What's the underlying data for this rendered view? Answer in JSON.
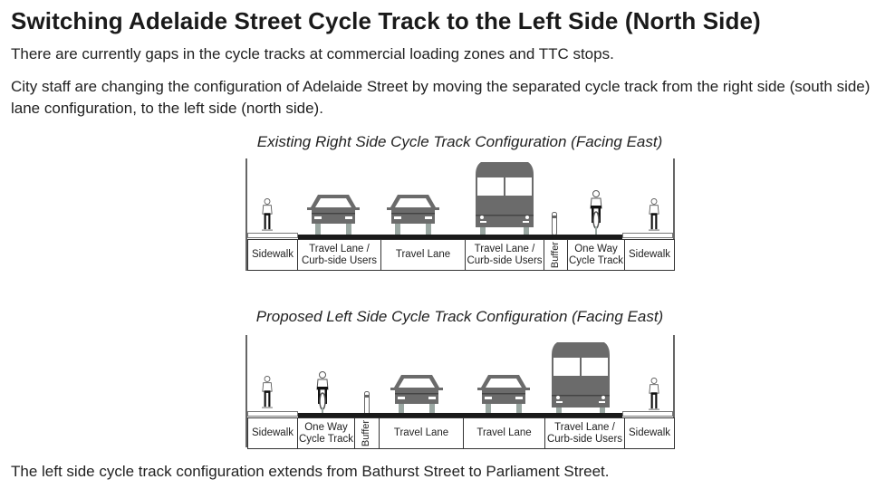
{
  "title": "Switching Adelaide Street Cycle Track to the Left Side (North Side)",
  "intro": "There are currently gaps in the cycle tracks at commercial loading zones and TTC stops.",
  "body": "City staff are changing the configuration of Adelaide Street by moving the separated cycle track from the right side (south side) lane configuration, to the left side (north side).",
  "existing": {
    "caption": "Existing Right Side Cycle Track Configuration (Facing East)",
    "lanes": [
      "Sidewalk",
      "Travel Lane / Curb-side Users",
      "Travel Lane",
      "Travel Lane / Curb-side Users",
      "Buffer",
      "One Way Cycle Track",
      "Sidewalk"
    ]
  },
  "proposed": {
    "caption": "Proposed Left Side Cycle Track Configuration (Facing East)",
    "lanes": [
      "Sidewalk",
      "One Way Cycle Track",
      "Buffer",
      "Travel Lane",
      "Travel Lane",
      "Travel Lane / Curb-side Users",
      "Sidewalk"
    ]
  },
  "footer": "The left side cycle track configuration extends from Bathurst Street to Parliament Street."
}
